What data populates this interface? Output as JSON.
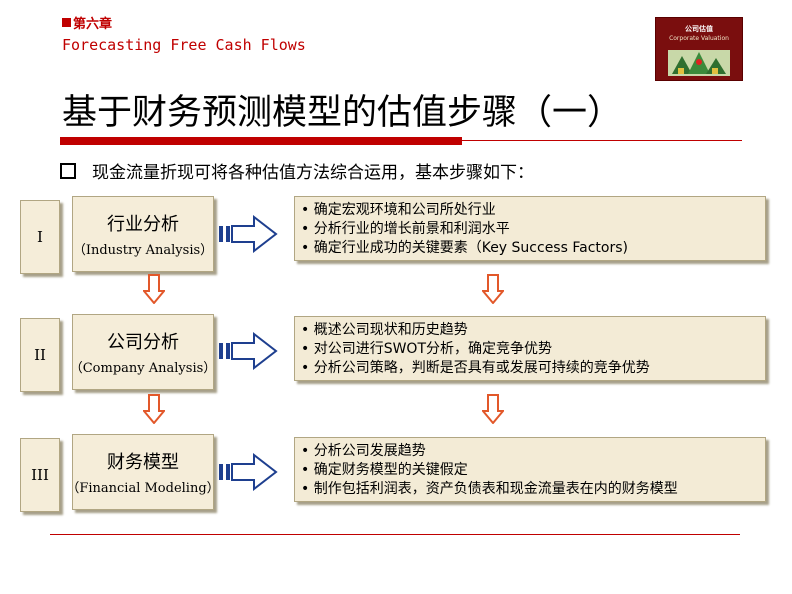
{
  "header": {
    "chapter": "第六章",
    "subtitle": "Forecasting Free Cash Flows",
    "logo_title": "公司估值",
    "logo_subtitle": "Corporate Valuation"
  },
  "title": "基于财务预测模型的估值步骤（一）",
  "intro": "现金流量折现可将各种估值方法综合运用，基本步骤如下：",
  "colors": {
    "accent": "#c00000",
    "box_fill": "#f5edd9",
    "arrow": "#e2582a"
  },
  "steps": [
    {
      "numeral": "I",
      "name_zh": "行业分析",
      "name_en": "（Industry Analysis）",
      "details": [
        "• 确定宏观环境和公司所处行业",
        "• 分析行业的增长前景和利润水平",
        "• 确定行业成功的关键要素（Key Success Factors)"
      ]
    },
    {
      "numeral": "II",
      "name_zh": "公司分析",
      "name_en": "（Company Analysis）",
      "details": [
        "• 概述公司现状和历史趋势",
        "• 对公司进行SWOT分析，确定竞争优势",
        "• 分析公司策略，判断是否具有或发展可持续的竞争优势"
      ]
    },
    {
      "numeral": "III",
      "name_zh": "财务模型",
      "name_en": "（Financial Modeling）",
      "details": [
        "• 分析公司发展趋势",
        "• 确定财务模型的关键假定",
        "• 制作包括利润表，资产负债表和现金流量表在内的财务模型"
      ]
    }
  ]
}
